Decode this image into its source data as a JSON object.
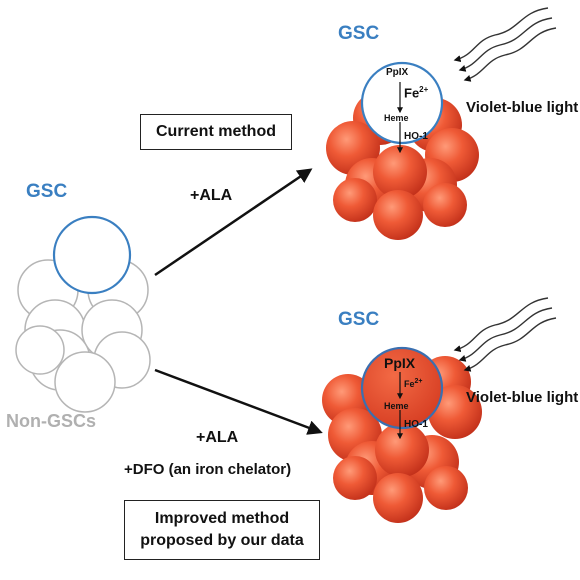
{
  "labels": {
    "gsc_left": "GSC",
    "gsc_top": "GSC",
    "gsc_bottom": "GSC",
    "non_gscs": "Non-GSCs",
    "ala_top": "+ALA",
    "ala_bottom": "+ALA",
    "dfo": "+DFO (an iron chelator)",
    "violet_top": "Violet-blue light",
    "violet_bottom": "Violet-blue light"
  },
  "boxes": {
    "current": "Current  method",
    "improved_line1": "Improved  method",
    "improved_line2": "proposed by our data"
  },
  "pathway_top": {
    "ppix": "PpIX",
    "fe": "Fe",
    "fe_charge": "2+",
    "heme": "Heme",
    "ho1": "HO-1"
  },
  "pathway_bottom": {
    "ppix": "PpIX",
    "fe": "Fe",
    "fe_charge": "2+",
    "heme": "Heme",
    "ho1": "HO-1"
  },
  "colors": {
    "gsc_blue": "#3a7fc1",
    "tumor_red": "#e8452a",
    "non_gsc_gray": "#b0b0b0",
    "stem_cell_fill_top": "#ffffff",
    "stem_cell_fill_bottom": "#e8452a"
  }
}
